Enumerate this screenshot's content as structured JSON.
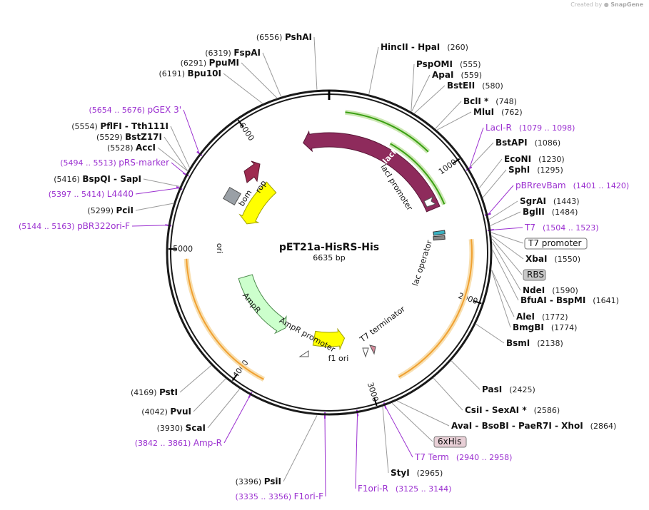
{
  "credit": {
    "prefix": "Created by",
    "brand": "SnapGene"
  },
  "plasmid": {
    "name": "pET21a-HisRS-His",
    "size_label": "6635 bp",
    "length": 6635
  },
  "colors": {
    "backbone": "#1a1a1a",
    "enzyme_text": "#111111",
    "enzyme_pos": "#222222",
    "primer": "#9b30d0",
    "leader": "#9a9a9a",
    "lacI": "#8e2b5c",
    "ampR": "#ccffcc",
    "ori_f1": "#ffff00",
    "rop": "#9e2b50",
    "bom": "#9aa0a6",
    "green_arc": "#3aa012",
    "orange_arc": "#f0a030",
    "badge_fill": "#ffffff",
    "badge_rbs": "#c9c9c9",
    "badge_his": "#e8cfd6"
  },
  "ticks": [
    {
      "label": "1000"
    },
    {
      "label": "2000"
    },
    {
      "label": "3000"
    },
    {
      "label": "4000"
    },
    {
      "label": "5000"
    },
    {
      "label": "6000"
    }
  ],
  "features": [
    {
      "name": "lacI"
    },
    {
      "name": "lacI promoter"
    },
    {
      "name": "lac operator"
    },
    {
      "name": "T7 terminator"
    },
    {
      "name": "f1 ori"
    },
    {
      "name": "AmpR promoter"
    },
    {
      "name": "AmpR"
    },
    {
      "name": "ori"
    },
    {
      "name": "bom"
    },
    {
      "name": "rop"
    }
  ],
  "labels_left": [
    {
      "site": "PshAI",
      "pos": "(6556)"
    },
    {
      "site": "FspAI",
      "pos": "(6319)"
    },
    {
      "site": "PpuMI",
      "pos": "(6291)"
    },
    {
      "site": "Bpu10I",
      "pos": "(6191)"
    },
    {
      "site": "pGEX 3'",
      "pos": "(5654 .. 5676)",
      "primer": true
    },
    {
      "site": "PflFI  -  Tth111I",
      "pos": "(5554)"
    },
    {
      "site": "BstZ17I",
      "pos": "(5529)"
    },
    {
      "site": "AccI",
      "pos": "(5528)"
    },
    {
      "site": "pRS-marker",
      "pos": "(5494 .. 5513)",
      "primer": true
    },
    {
      "site": "BspQI  -  SapI",
      "pos": "(5416)"
    },
    {
      "site": "L4440",
      "pos": "(5397 .. 5414)",
      "primer": true
    },
    {
      "site": "PciI",
      "pos": "(5299)"
    },
    {
      "site": "pBR322ori-F",
      "pos": "(5144 .. 5163)",
      "primer": true
    },
    {
      "site": "PstI",
      "pos": "(4169)"
    },
    {
      "site": "PvuI",
      "pos": "(4042)"
    },
    {
      "site": "ScaI",
      "pos": "(3930)"
    },
    {
      "site": "Amp-R",
      "pos": "(3842 .. 3861)",
      "primer": true
    },
    {
      "site": "PsiI",
      "pos": "(3396)"
    },
    {
      "site": "F1ori-F",
      "pos": "(3335 .. 3356)",
      "primer": true
    }
  ],
  "labels_right": [
    {
      "site": "HincII  -  HpaI",
      "pos": "(260)"
    },
    {
      "site": "PspOMI",
      "pos": "(555)"
    },
    {
      "site": "ApaI",
      "pos": "(559)"
    },
    {
      "site": "BstEII",
      "pos": "(580)"
    },
    {
      "site": "BclI *",
      "pos": "(748)"
    },
    {
      "site": "MluI",
      "pos": "(762)"
    },
    {
      "site": "LacI-R",
      "pos": "(1079 .. 1098)",
      "primer": true
    },
    {
      "site": "BstAPI",
      "pos": "(1086)"
    },
    {
      "site": "EcoNI",
      "pos": "(1230)"
    },
    {
      "site": "SphI",
      "pos": "(1295)"
    },
    {
      "site": "pBRrevBam",
      "pos": "(1401 .. 1420)",
      "primer": true
    },
    {
      "site": "SgrAI",
      "pos": "(1443)"
    },
    {
      "site": "BglII",
      "pos": "(1484)"
    },
    {
      "site": "T7",
      "pos": "(1504 .. 1523)",
      "primer": true
    },
    {
      "site": "T7 promoter",
      "badge": "white"
    },
    {
      "site": "XbaI",
      "pos": "(1550)"
    },
    {
      "site": "RBS",
      "badge": "gray"
    },
    {
      "site": "NdeI",
      "pos": "(1590)"
    },
    {
      "site": "BfuAI  -  BspMI",
      "pos": "(1641)"
    },
    {
      "site": "AleI",
      "pos": "(1772)"
    },
    {
      "site": "BmgBI",
      "pos": "(1774)"
    },
    {
      "site": "BsmI",
      "pos": "(2138)"
    },
    {
      "site": "PasI",
      "pos": "(2425)"
    },
    {
      "site": "CsiI  -  SexAI *",
      "pos": "(2586)"
    },
    {
      "site": "AvaI  -  BsoBI  -  PaeR7I  -  XhoI",
      "pos": "(2864)"
    },
    {
      "site": "6xHis",
      "badge": "pink"
    },
    {
      "site": "T7 Term",
      "pos": "(2940 .. 2958)",
      "primer": true
    },
    {
      "site": "F1ori-R",
      "pos": "(3125 .. 3144)",
      "primer": true
    },
    {
      "site": "StyI",
      "pos": "(2965)"
    }
  ]
}
